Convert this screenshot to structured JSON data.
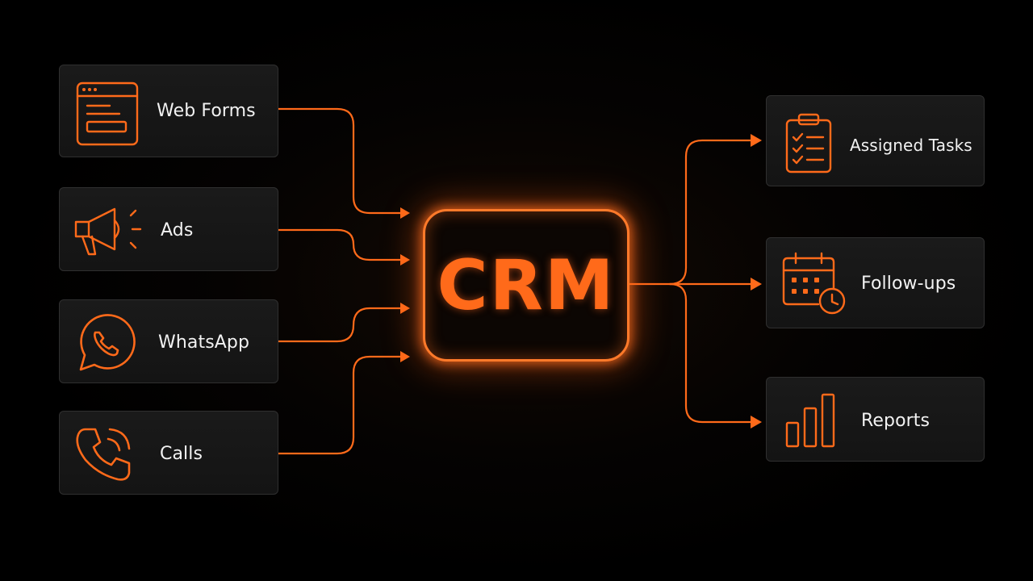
{
  "theme": {
    "background": "#000000",
    "accent": "#ff6a1a",
    "card_background": "#161616",
    "card_border": "#2f2f2f",
    "text": "#f2f2f2"
  },
  "hub": {
    "label": "CRM"
  },
  "inputs": [
    {
      "label": "Web Forms",
      "icon": "browser-form-icon"
    },
    {
      "label": "Ads",
      "icon": "megaphone-icon"
    },
    {
      "label": "WhatsApp",
      "icon": "whatsapp-icon"
    },
    {
      "label": "Calls",
      "icon": "phone-call-icon"
    }
  ],
  "outputs": [
    {
      "label": "Assigned Tasks",
      "icon": "clipboard-checklist-icon"
    },
    {
      "label": "Follow-ups",
      "icon": "calendar-clock-icon"
    },
    {
      "label": "Reports",
      "icon": "bar-chart-icon"
    }
  ]
}
